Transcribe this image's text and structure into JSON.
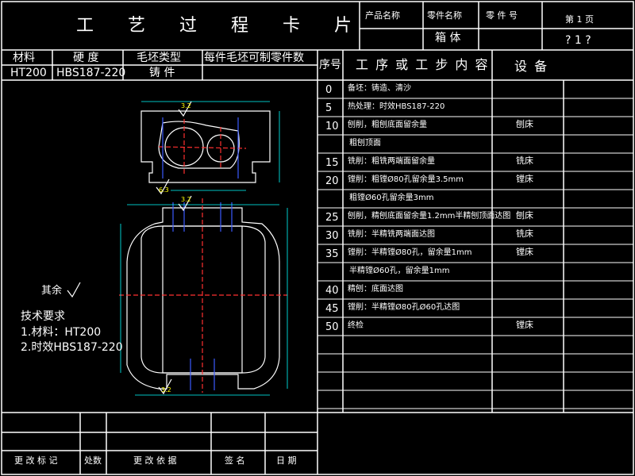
{
  "card": {
    "title": "工 艺 过 程 卡 片",
    "product_name_label": "产品名称",
    "part_name_label": "零件名称",
    "part_no_label": "零  件  号",
    "page_label": "第  1  页",
    "part_name_value": "箱 体",
    "page_total": "? 1 ?"
  },
  "material": {
    "material_label": "材料",
    "hardness_label": "硬 度",
    "blank_type_label": "毛坯类型",
    "qty_label": "每件毛坯可制零件数",
    "material_value": "HT200",
    "hardness_value": "HBS187-220",
    "blank_type_value": "铸  件"
  },
  "ops_header": {
    "no_label": "序号",
    "content_label": "工 序 或 工 步 内 容",
    "equip_label": "设 备"
  },
  "operations": [
    {
      "no": "0",
      "content": "备坯：铸造、清沙",
      "equip": ""
    },
    {
      "no": "5",
      "content": "热处理：时效HBS187-220",
      "equip": ""
    },
    {
      "no": "10",
      "content": "刨削，粗刨底面留余量",
      "equip": "刨床"
    },
    {
      "no": "",
      "content": "粗刨顶面",
      "equip": ""
    },
    {
      "no": "15",
      "content": "铣削：粗铣两端面留余量",
      "equip": "铣床"
    },
    {
      "no": "20",
      "content": "镗削：粗镗Ø80孔留余量3.5mm",
      "equip": "镗床"
    },
    {
      "no": "",
      "content": "粗镗Ø60孔留余量3mm",
      "equip": ""
    },
    {
      "no": "25",
      "content": "刨削，精刨底面留余量1.2mm半精刨顶面达图",
      "equip": "刨床"
    },
    {
      "no": "30",
      "content": "铣削：半精铣两端面达图",
      "equip": "铣床"
    },
    {
      "no": "35",
      "content": "镗削：半精镗Ø80孔，留余量1mm",
      "equip": "镗床"
    },
    {
      "no": "",
      "content": "半精镗Ø60孔，留余量1mm",
      "equip": ""
    },
    {
      "no": "40",
      "content": "精刨：底面达图",
      "equip": ""
    },
    {
      "no": "45",
      "content": "镗削：半精镗Ø80孔Ø60孔达图",
      "equip": ""
    },
    {
      "no": "50",
      "content": "终检",
      "equip": "镗床"
    }
  ],
  "drawing": {
    "rest_note": "其余",
    "tech_title": "技术要求",
    "tech_1": "1.材料：HT200",
    "tech_2": "2.时效HBS187-220",
    "roughness_top": "3.2",
    "roughness_mid": "3.2",
    "roughness_left": "6.3",
    "roughness_bottom": "3.2"
  },
  "footer": {
    "change_mark": "更 改 标 记",
    "count": "处数",
    "change_basis": "更 改 依 据",
    "sign": "签   名",
    "date": "日  期"
  },
  "colors": {
    "line": "#ffffff",
    "dim": "#00ffff",
    "center": "#ff3030",
    "hidden": "#3b5bff",
    "yellow": "#ffff00"
  }
}
